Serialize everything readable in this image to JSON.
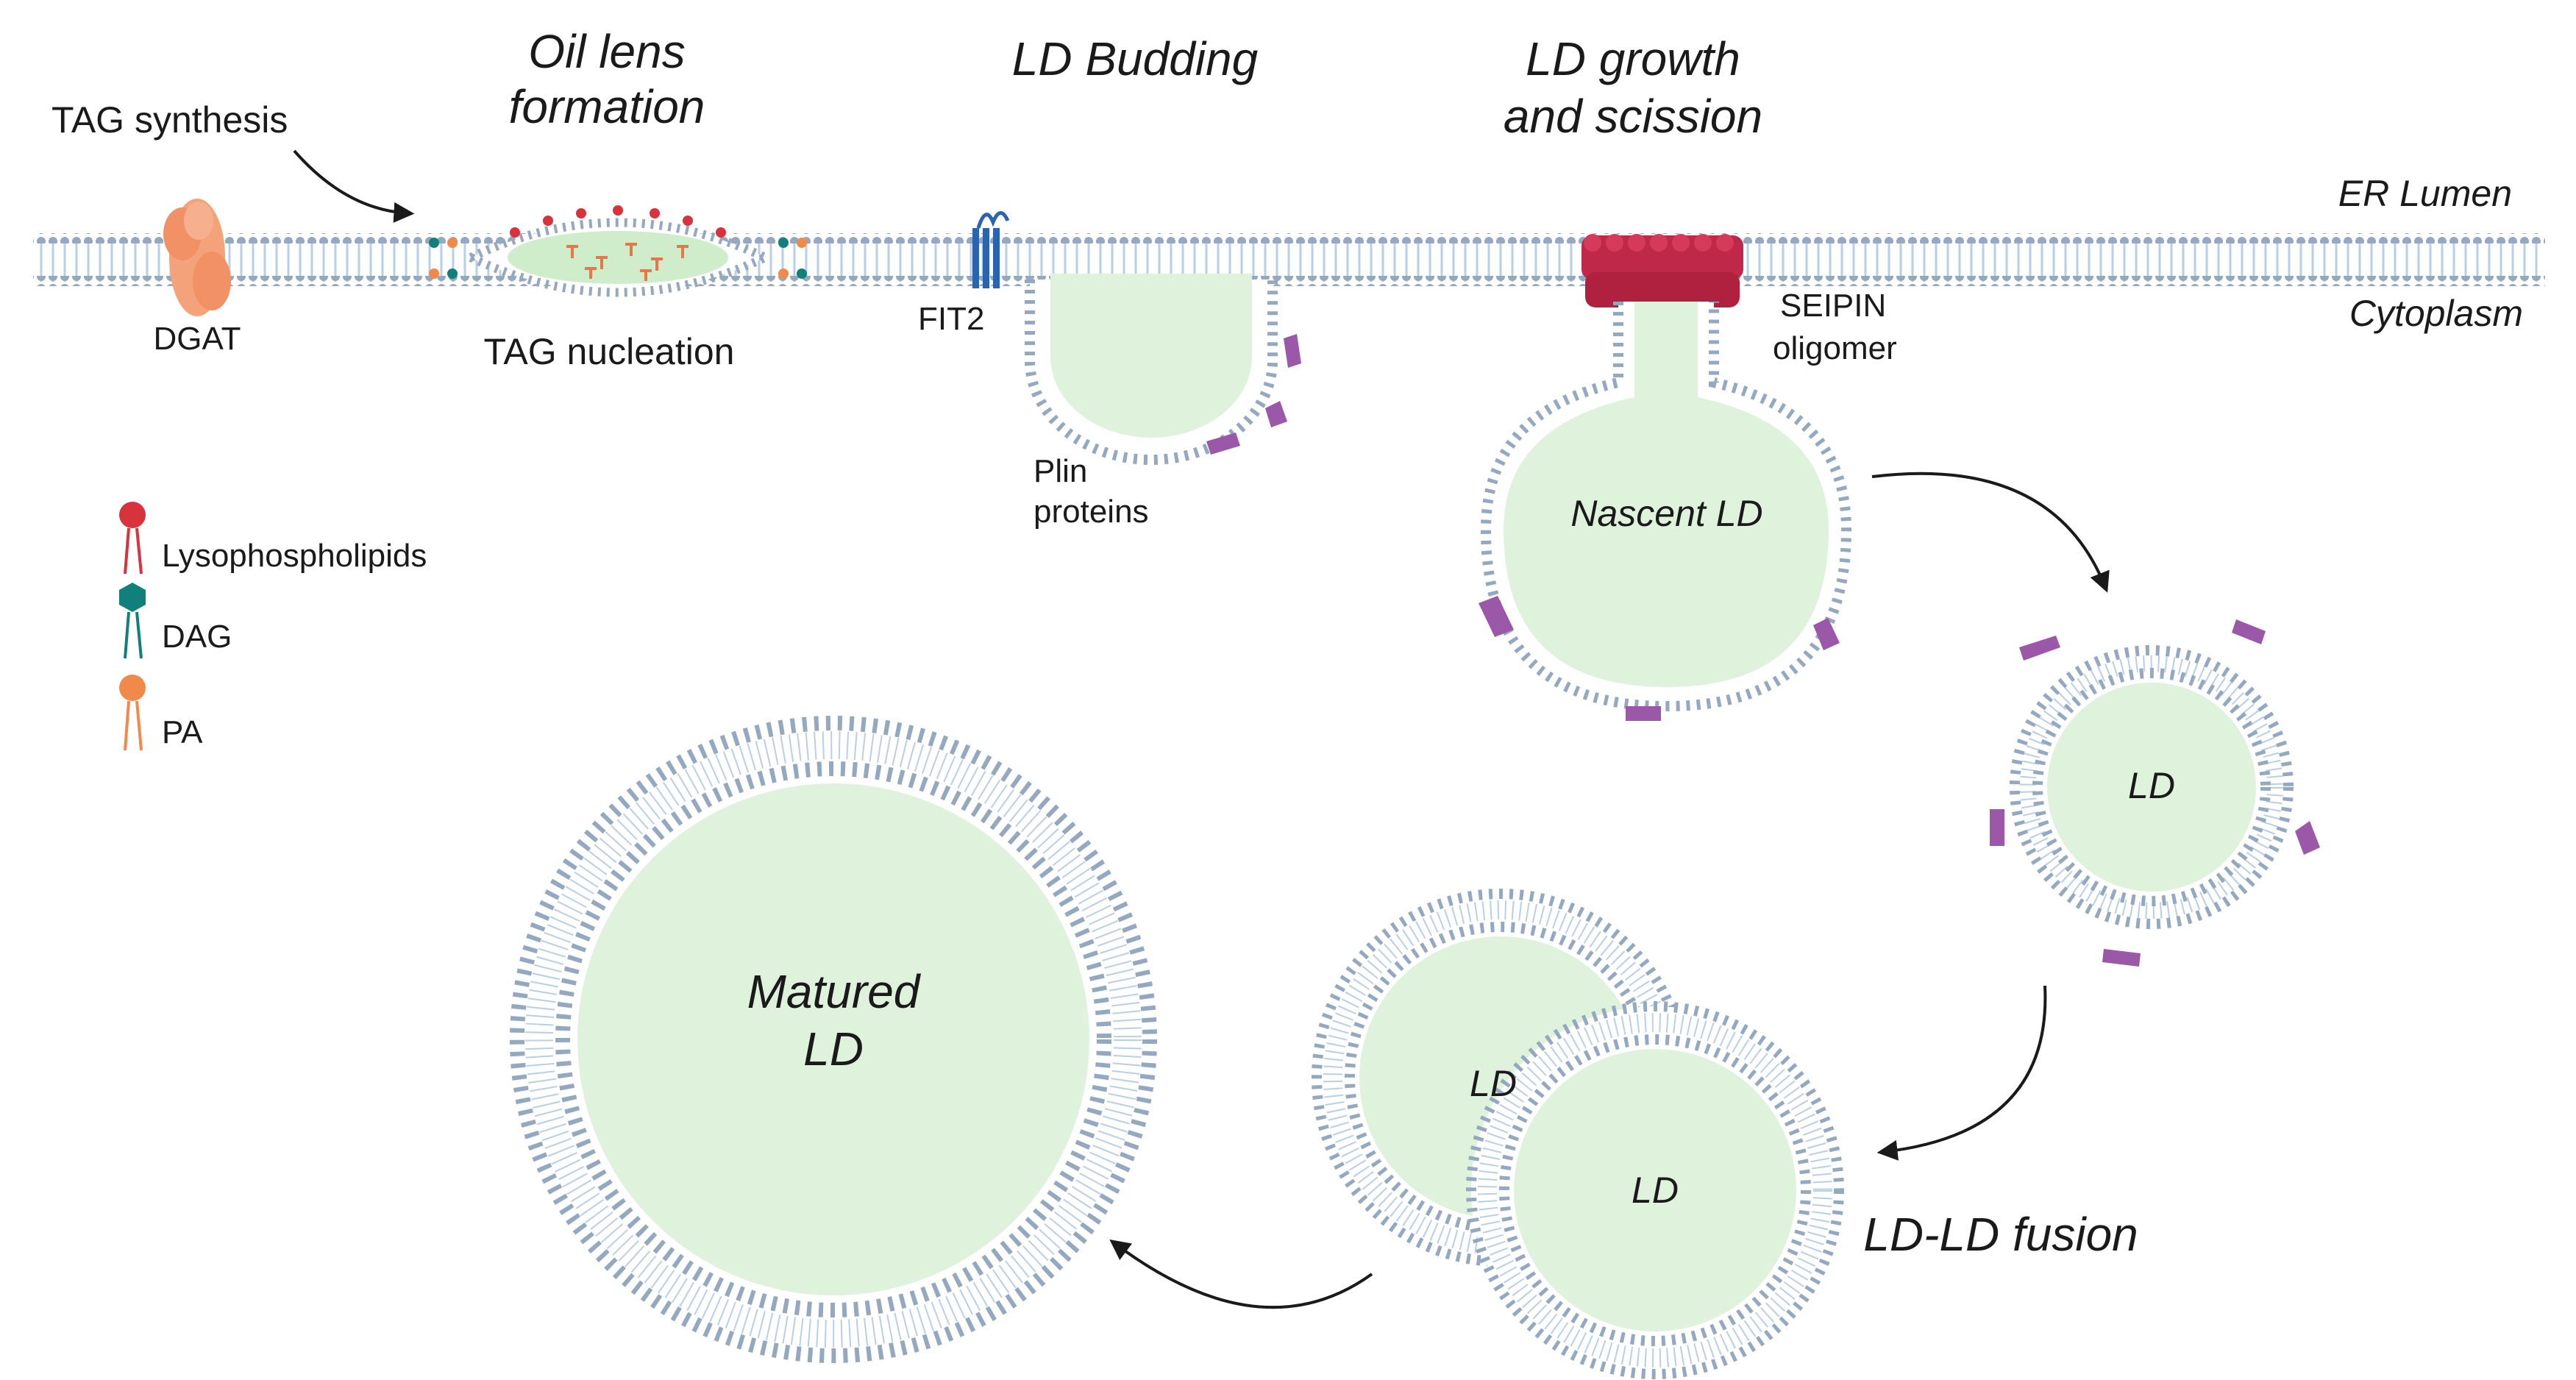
{
  "stages": {
    "oil_lens_line1": "Oil lens",
    "oil_lens_line2": "formation",
    "budding": "LD Budding",
    "growth_line1": "LD growth",
    "growth_line2": "and scission",
    "fusion": "LD-LD fusion"
  },
  "compartments": {
    "lumen": "ER Lumen",
    "cytoplasm": "Cytoplasm"
  },
  "labels": {
    "tag_synthesis": "TAG synthesis",
    "dgat": "DGAT",
    "tag_nucleation": "TAG nucleation",
    "fit2": "FIT2",
    "plin_line1": "Plin",
    "plin_line2": "proteins",
    "seipin_line1": "SEIPIN",
    "seipin_line2": "oligomer",
    "nascent_ld": "Nascent LD",
    "ld": "LD",
    "ld_fused_a": "LD",
    "ld_fused_b": "LD",
    "matured_line1": "Matured",
    "matured_line2": "LD"
  },
  "legend": [
    {
      "label": "Lysophospholipids",
      "color": "#d8323c",
      "icon": "lysophospholipid-icon"
    },
    {
      "label": "DAG",
      "color": "#12807a",
      "icon": "dag-icon"
    },
    {
      "label": "PA",
      "color": "#f08a4b",
      "icon": "pa-icon"
    }
  ],
  "colors": {
    "membrane": "#94a8c0",
    "tails": "#b8cfe6",
    "ld_core": "#dff3dc",
    "plin": "#9b57a8",
    "seipin": "#c0284a",
    "fit2": "#2a63b0",
    "dgat": "#f4a27a"
  }
}
